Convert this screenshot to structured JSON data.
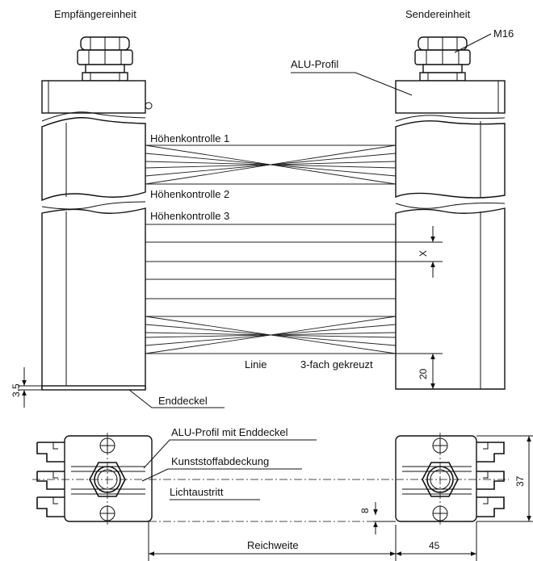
{
  "labels": {
    "receiver": "Empfängereinheit",
    "transmitter": "Sendereinheit",
    "thread": "M16",
    "profile": "ALU-Profil",
    "height_check_1": "Höhenkontrolle 1",
    "height_check_2": "Höhenkontrolle 2",
    "height_check_3": "Höhenkontrolle 3",
    "line": "Linie",
    "crossed_3x": "3-fach gekreuzt",
    "end_cap": "Enddeckel",
    "profile_with_end_cap": "ALU-Profil mit Enddeckel",
    "plastic_cover": "Kunststoffabdeckung",
    "light_exit": "Lichtaustritt",
    "range": "Reichweite"
  },
  "dimensions": {
    "x": "X",
    "d20": "20",
    "d3_5": "3.5",
    "d8": "8",
    "d37": "37",
    "d45": "45"
  }
}
